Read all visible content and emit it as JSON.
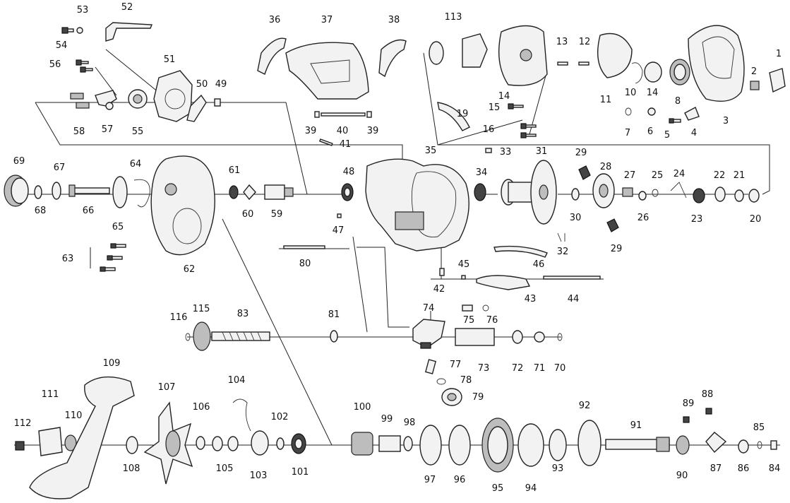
{
  "labels": {
    "l1": "1",
    "l2": "2",
    "l3": "3",
    "l4": "4",
    "l5": "5",
    "l6": "6",
    "l7": "7",
    "l8": "8",
    "l10": "10",
    "l11": "11",
    "l12": "12",
    "l13": "13",
    "l14a": "14",
    "l14b": "14",
    "l15": "15",
    "l16": "16",
    "l19": "19",
    "l113": "113",
    "l20": "20",
    "l21": "21",
    "l22": "22",
    "l23": "23",
    "l24": "24",
    "l25": "25",
    "l26": "26",
    "l27": "27",
    "l28": "28",
    "l29a": "29",
    "l29b": "29",
    "l30": "30",
    "l31": "31",
    "l32": "32",
    "l33": "33",
    "l34": "34",
    "l35": "35",
    "l36": "36",
    "l37": "37",
    "l38": "38",
    "l39a": "39",
    "l39b": "39",
    "l40": "40",
    "l41": "41",
    "l42": "42",
    "l43": "43",
    "l44": "44",
    "l45": "45",
    "l46": "46",
    "l47": "47",
    "l48": "48",
    "l49": "49",
    "l50": "50",
    "l51": "51",
    "l52": "52",
    "l53": "53",
    "l54": "54",
    "l55": "55",
    "l56": "56",
    "l57": "57",
    "l58": "58",
    "l59": "59",
    "l60": "60",
    "l61": "61",
    "l62": "62",
    "l63": "63",
    "l64": "64",
    "l65": "65",
    "l66": "66",
    "l67": "67",
    "l68": "68",
    "l69": "69",
    "l70": "70",
    "l71": "71",
    "l72": "72",
    "l73": "73",
    "l74": "74",
    "l75": "75",
    "l76": "76",
    "l77": "77",
    "l78": "78",
    "l79": "79",
    "l80": "80",
    "l81": "81",
    "l83": "83",
    "l84": "84",
    "l85": "85",
    "l86": "86",
    "l87": "87",
    "l88": "88",
    "l89": "89",
    "l90": "90",
    "l91": "91",
    "l92": "92",
    "l93": "93",
    "l94": "94",
    "l95": "95",
    "l96": "96",
    "l97": "97",
    "l98": "98",
    "l99": "99",
    "l100": "100",
    "l101": "101",
    "l102": "102",
    "l103": "103",
    "l104": "104",
    "l105": "105",
    "l106": "106",
    "l107": "107",
    "l108": "108",
    "l109": "109",
    "l110": "110",
    "l111": "111",
    "l112": "112",
    "l115": "115",
    "l116": "116"
  },
  "colors": {
    "ink": "#222222",
    "paper": "#ffffff",
    "fill": "#f2f2f2"
  }
}
